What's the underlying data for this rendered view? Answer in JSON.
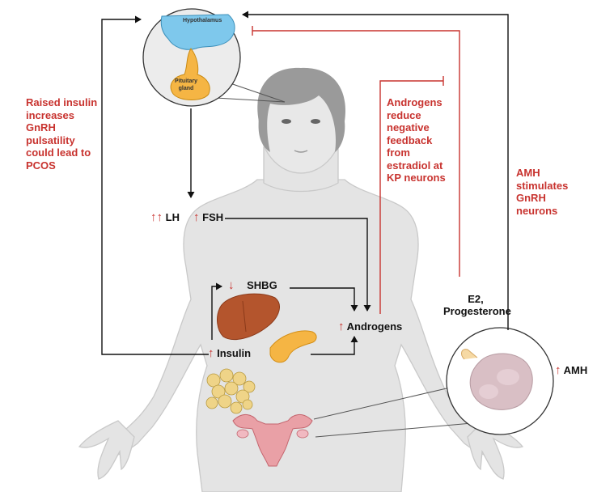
{
  "labels": {
    "hypothalamus": "Hypothalamus",
    "pituitary": "Pituitary gland",
    "lh": "LH",
    "fsh": "FSH",
    "shbg": "SHBG",
    "androgens": "Androgens",
    "insulin": "Insulin",
    "e2": "E2,",
    "progesterone": "Progesterone",
    "amh": "AMH"
  },
  "notes": {
    "insulin_note": [
      "Raised insulin",
      "increases",
      "GnRH",
      "pulsatility",
      "could lead to",
      "PCOS"
    ],
    "androgen_note": [
      "Androgens",
      "reduce",
      "negative",
      "feedback",
      "from",
      "estradiol at",
      "KP neurons"
    ],
    "amh_note": [
      "AMH",
      "stimulates",
      "GnRH",
      "neurons"
    ]
  },
  "indicators": {
    "lh": "↑↑",
    "fsh": "↑",
    "shbg": "↓",
    "androgens": "↑",
    "insulin": "↑",
    "amh": "↑"
  },
  "colors": {
    "accent_red": "#c8332f",
    "body_gray": "#e6e6e6",
    "hypothalamus_blue": "#7ec8ec",
    "pituitary_orange": "#f5b544",
    "liver_brown": "#b4552d",
    "ovary_pink": "#d9bfc5",
    "fat_yellow": "#efd488"
  }
}
